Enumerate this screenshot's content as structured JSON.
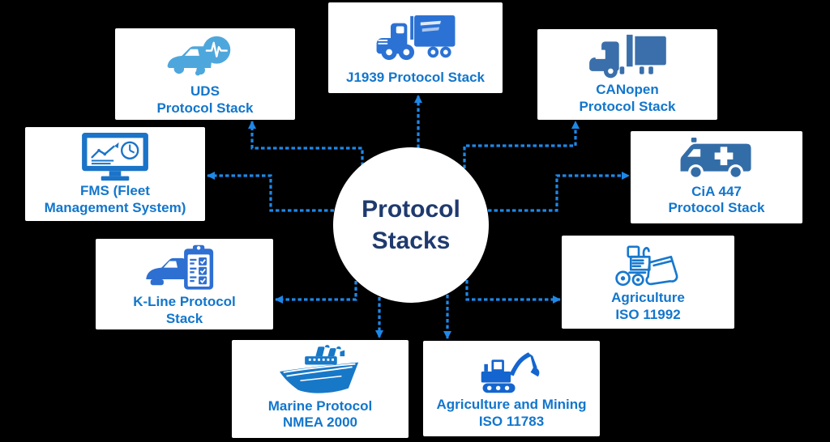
{
  "diagram_title": "Protocol Stacks",
  "center": {
    "line1": "Protocol",
    "line2": "Stacks"
  },
  "nodes": [
    {
      "id": "j1939",
      "icon": "semi-truck-icon",
      "label_lines": [
        "J1939 Protocol Stack"
      ]
    },
    {
      "id": "uds",
      "icon": "car-diagnostics-icon",
      "label_lines": [
        "UDS",
        "Protocol Stack"
      ]
    },
    {
      "id": "canopen",
      "icon": "truck-icon",
      "label_lines": [
        "CANopen",
        "Protocol Stack"
      ]
    },
    {
      "id": "fms",
      "icon": "fleet-monitor-icon",
      "label_lines": [
        "FMS (Fleet",
        "Management System)"
      ]
    },
    {
      "id": "cia447",
      "icon": "ambulance-icon",
      "label_lines": [
        "CiA 447",
        "Protocol Stack"
      ]
    },
    {
      "id": "kline",
      "icon": "car-checklist-icon",
      "label_lines": [
        "K-Line Protocol",
        "Stack"
      ]
    },
    {
      "id": "agri11992",
      "icon": "bulldozer-icon",
      "label_lines": [
        "Agriculture",
        "ISO 11992"
      ]
    },
    {
      "id": "marine",
      "icon": "ship-icon",
      "label_lines": [
        "Marine Protocol",
        "NMEA 2000"
      ]
    },
    {
      "id": "agrimining",
      "icon": "excavator-icon",
      "label_lines": [
        "Agriculture and Mining",
        "ISO 11783"
      ]
    }
  ],
  "colors": {
    "bg": "#000000",
    "box_bg": "#ffffff",
    "arrow": "#1e88e8",
    "label": "#1276cc",
    "center_text": "#1f3a6e",
    "icon_j1939": "#2b72d4",
    "icon_uds": "#4ea7dc",
    "icon_canopen": "#3a6fab",
    "icon_fms": "#1b74c8",
    "icon_cia447": "#336da8",
    "icon_kline": "#2e6fd2",
    "icon_agri11992": "#1778ce",
    "icon_marine": "#1878c8",
    "icon_agrimining": "#1465cf"
  }
}
